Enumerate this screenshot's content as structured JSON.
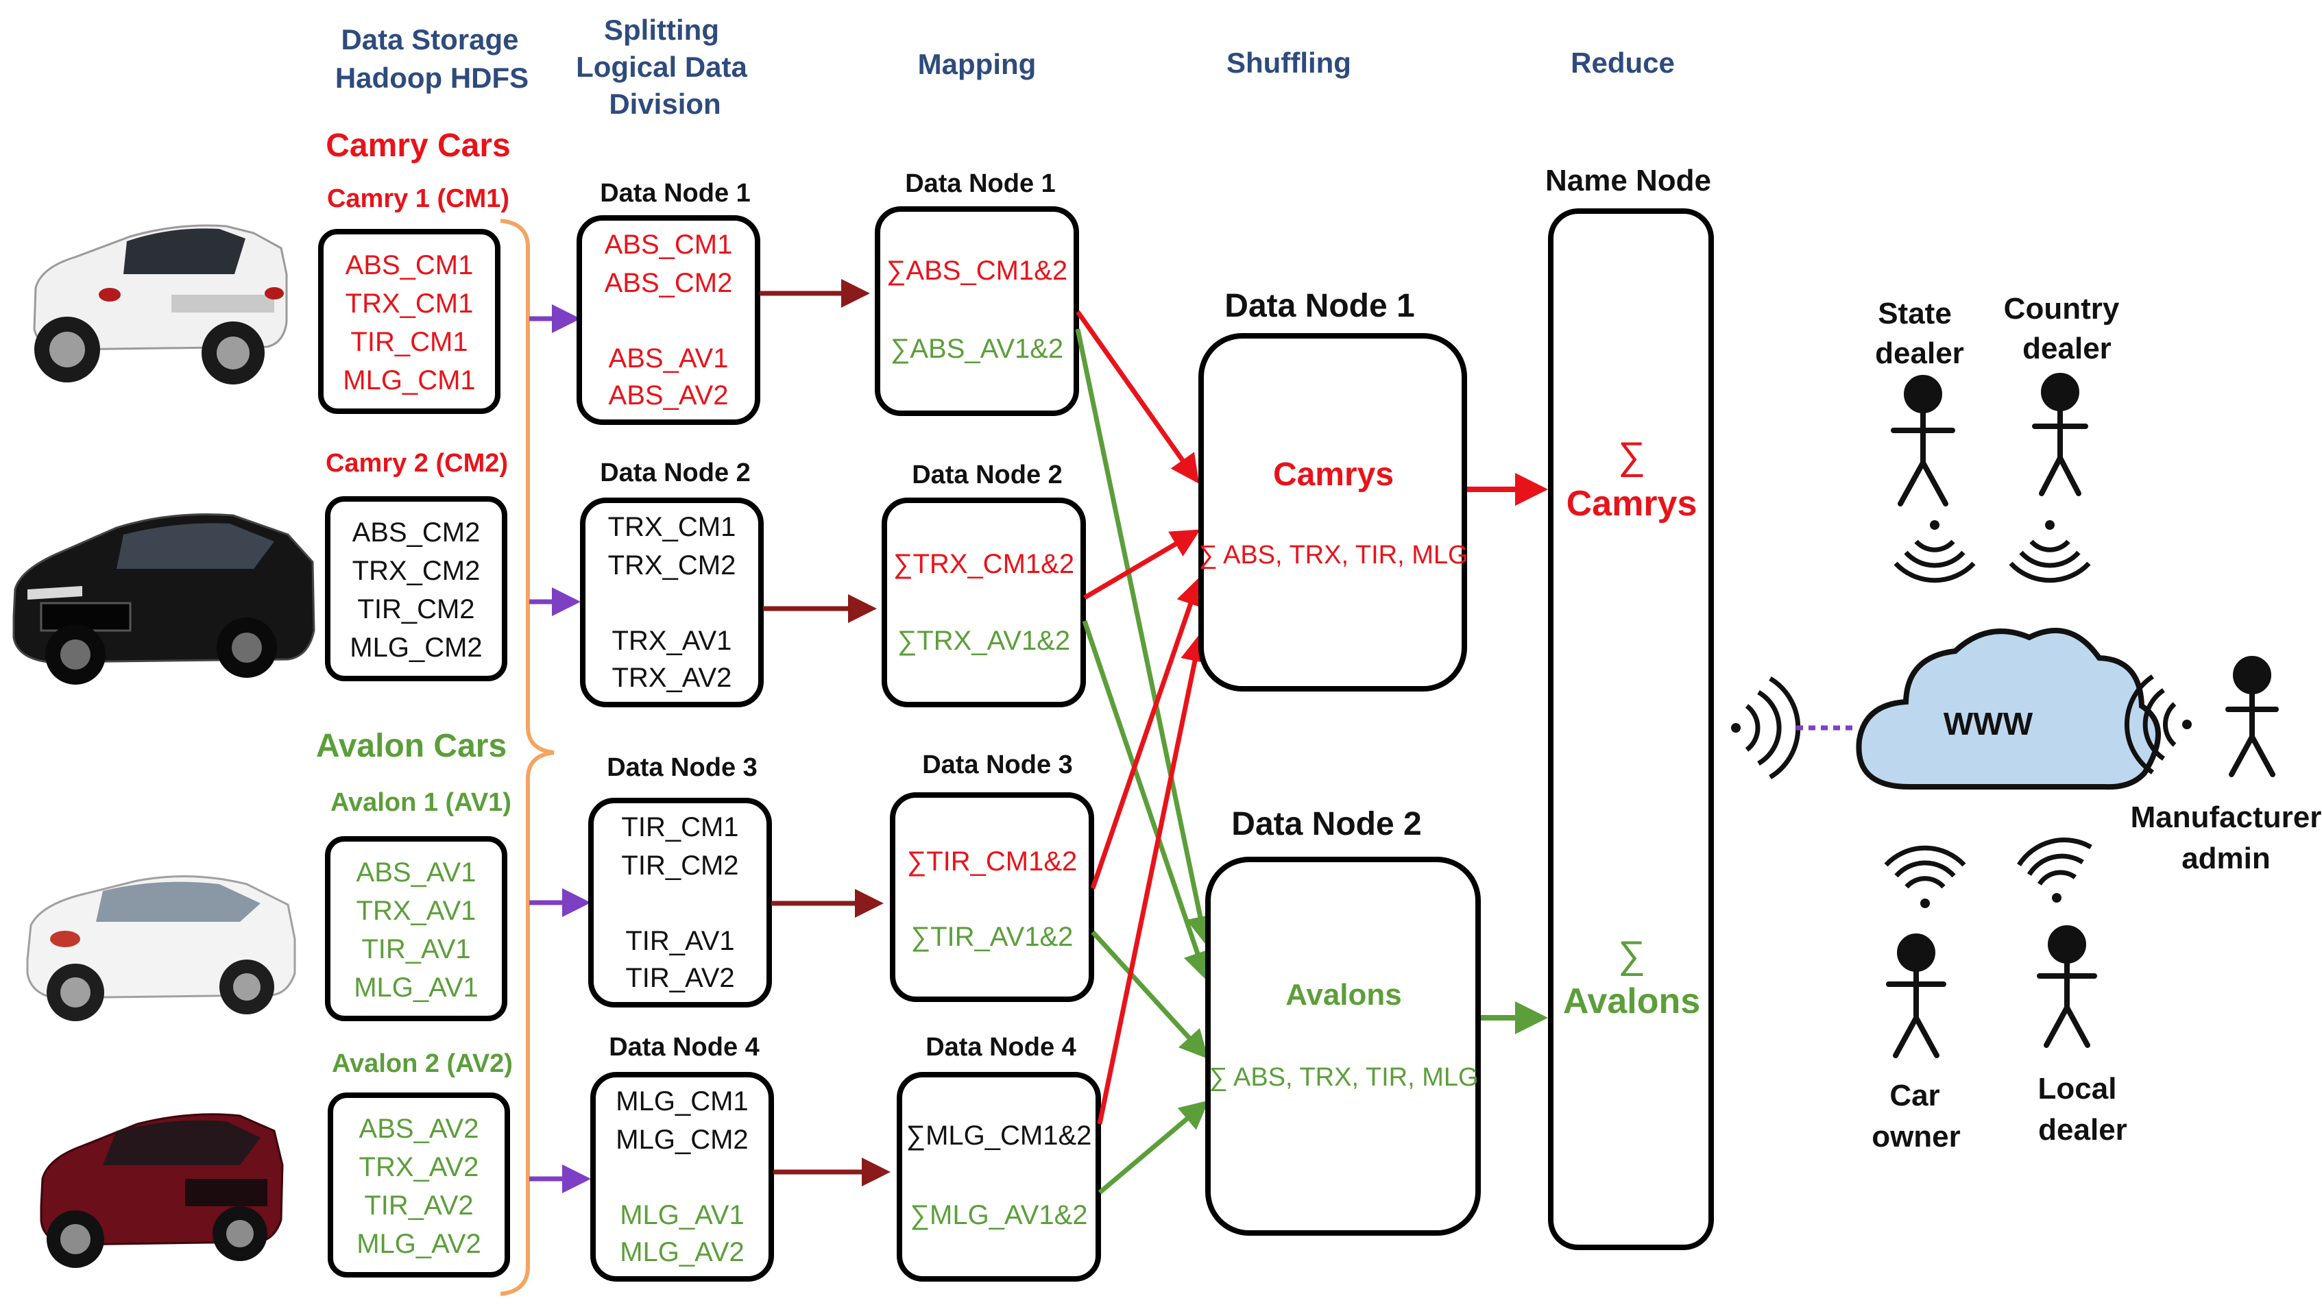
{
  "colors": {
    "header": "#2e4b7d",
    "camry": "#e8131a",
    "avalon": "#5c9e3a",
    "split_arrow": "#7d3fc4",
    "map_arrow": "#8b1a1a",
    "brace": "#f4a460",
    "cloud": "#bdd7ee",
    "connector": "#7d3fc4"
  },
  "headers": {
    "storage_l1": "Data Storage",
    "storage_l2": "Hadoop HDFS",
    "split_l1": "Splitting",
    "split_l2": "Logical Data",
    "split_l3": "Division",
    "mapping": "Mapping",
    "shuffling": "Shuffling",
    "reduce": "Reduce"
  },
  "storage": {
    "camry_group": "Camry Cars",
    "avalon_group": "Avalon Cars",
    "cars": [
      {
        "label": "Camry 1 (CM1)",
        "items": [
          "ABS_CM1",
          "TRX_CM1",
          "TIR_CM1",
          "MLG_CM1"
        ],
        "image": "white-camry-car"
      },
      {
        "label": "Camry 2 (CM2)",
        "items": [
          "ABS_CM2",
          "TRX_CM2",
          "TIR_CM2",
          "MLG_CM2"
        ],
        "image": "black-camry-car"
      },
      {
        "label": "Avalon 1 (AV1)",
        "items": [
          "ABS_AV1",
          "TRX_AV1",
          "TIR_AV1",
          "MLG_AV1"
        ],
        "image": "white-avalon-car"
      },
      {
        "label": "Avalon 2 (AV2)",
        "items": [
          "ABS_AV2",
          "TRX_AV2",
          "TIR_AV2",
          "MLG_AV2"
        ],
        "image": "maroon-avalon-car"
      }
    ]
  },
  "split_nodes": [
    {
      "title": "Data Node 1",
      "items": [
        "ABS_CM1",
        "ABS_CM2",
        "ABS_AV1",
        "ABS_AV2"
      ]
    },
    {
      "title": "Data Node 2",
      "items": [
        "TRX_CM1",
        "TRX_CM2",
        "TRX_AV1",
        "TRX_AV2"
      ]
    },
    {
      "title": "Data Node 3",
      "items": [
        "TIR_CM1",
        "TIR_CM2",
        "TIR_AV1",
        "TIR_AV2"
      ]
    },
    {
      "title": "Data Node 4",
      "items": [
        "MLG_CM1",
        "MLG_CM2",
        "MLG_AV1",
        "MLG_AV2"
      ]
    }
  ],
  "map_nodes": [
    {
      "title": "Data Node 1",
      "camry": "∑ABS_CM1&2",
      "avalon": "∑ABS_AV1&2"
    },
    {
      "title": "Data Node 2",
      "camry": "∑TRX_CM1&2",
      "avalon": "∑TRX_AV1&2"
    },
    {
      "title": "Data Node 3",
      "camry": "∑TIR_CM1&2",
      "avalon": "∑TIR_AV1&2"
    },
    {
      "title": "Data Node 4",
      "camry": "∑MLG_CM1&2",
      "avalon": "∑MLG_AV1&2"
    }
  ],
  "shuffle_nodes": [
    {
      "title": "Data Node 1",
      "name": "Camrys",
      "detail": "∑ ABS, TRX, TIR, MLG"
    },
    {
      "title": "Data Node 2",
      "name": "Avalons",
      "detail": "∑ ABS, TRX, TIR, MLG"
    }
  ],
  "name_node": {
    "title": "Name Node",
    "sigma": "∑",
    "camrys": "Camrys",
    "avalons": "Avalons"
  },
  "cloud_label": "WWW",
  "users": {
    "state_dealer_l1": "State",
    "state_dealer_l2": "dealer",
    "country_dealer_l1": "Country",
    "country_dealer_l2": "dealer",
    "manufacturer_l1": "Manufacturer",
    "manufacturer_l2": "admin",
    "car_owner_l1": "Car",
    "car_owner_l2": "owner",
    "local_dealer_l1": "Local",
    "local_dealer_l2": "dealer"
  }
}
